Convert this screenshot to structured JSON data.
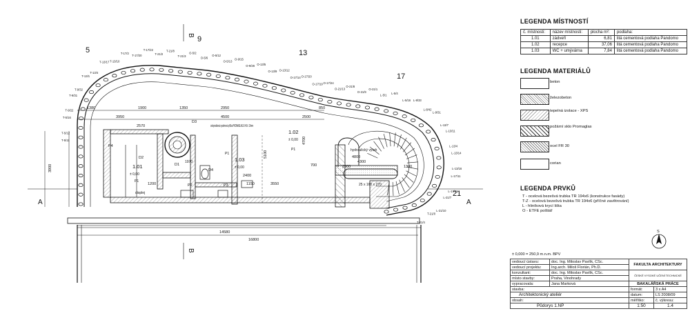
{
  "plan": {
    "grid_axes": [
      "5",
      "9",
      "13",
      "17",
      "21"
    ],
    "section_markers": [
      "A",
      "A",
      "B",
      "B"
    ],
    "rooms": [
      {
        "num": "1.01",
        "level": "± 0,00",
        "tag": "P1"
      },
      {
        "num": "1.02",
        "level": "± 0,00",
        "tag": "P1"
      },
      {
        "num": "1.03",
        "level": "± 0,00",
        "tag": "P1"
      }
    ],
    "labels": {
      "wall_note": "celoprosklená systémová příčka PROMAGLAS EI 45 tl. 16mm",
      "lift": "hydraulický výtah",
      "stair": "25 x 160 x 270",
      "desk": "displej"
    },
    "tags": [
      "P4",
      "D2",
      "D1",
      "D3",
      "D4",
      "P2",
      "P3"
    ],
    "dims_top": [
      "1380",
      "3950",
      "1900",
      "1350",
      "2950",
      "4500",
      "2500",
      "850"
    ],
    "dims_bottom": [
      "14580",
      "16800",
      "3550"
    ],
    "dims_misc": [
      "2570",
      "1970",
      "3900",
      "1200",
      "1150",
      "4300",
      "4800",
      "2900",
      "1300",
      "700",
      "5100",
      "4700",
      "2400"
    ],
    "facade_codes": [
      "T-5/11",
      "T-5/12",
      "T-5/16",
      "T-9/22",
      "T-9/31",
      "T-9/32",
      "T-13/1",
      "T-13/4",
      "T-13/17",
      "T-13/10",
      "T-17/2",
      "T-17/20",
      "T-17/22",
      "T-21/2",
      "T-21/8",
      "T-21/3",
      "O-5/2",
      "O-5/6",
      "O-5/12",
      "O-5/13",
      "O-9/15",
      "O-9/26",
      "O-13/5",
      "O-13/9",
      "O-13/12",
      "O-17/14",
      "O-17/20",
      "O-17/19",
      "O-17/24",
      "O-21/13",
      "O-21/8",
      "O-21/9",
      "O-21/1",
      "L-5/1",
      "L-5/4",
      "L-5/16",
      "L-8/33",
      "L-8/42",
      "L-9/31",
      "L-13/7",
      "L-13/11",
      "L-13/4",
      "L-13/14",
      "L-13/16",
      "L-17/11",
      "L-17/42",
      "L-21/7",
      "L-21/10",
      "T-21/0",
      "T-21/4"
    ]
  },
  "legend_rooms": {
    "title": "LEGENDA MÍSTNOSTÍ",
    "headers": [
      "č. místnosti:",
      "název místnosti:",
      "plocha m²:",
      "podlaha:"
    ],
    "rows": [
      [
        "1.01",
        "zádveří",
        "6,81",
        "litá cementová podlaha Pandomo"
      ],
      [
        "1.02",
        "recepce",
        "37,06",
        "litá cementová podlaha Pandomo"
      ],
      [
        "1.03",
        "WC + umývárna",
        "7,84",
        "litá cementová podlaha Pandomo"
      ]
    ]
  },
  "legend_materials": {
    "title": "LEGENDA MATERIÁLŮ",
    "items": [
      "beton",
      "železobeton",
      "tepelná izolace - XPS",
      "požární sklo Promaglas",
      "ocel FR 30",
      "corian"
    ]
  },
  "legend_elements": {
    "title": "LEGENDA PRVKŮ",
    "items": [
      "T   - ocelová bezešvá trubka TR 194x6 (konstrukce fasády)",
      "T-Z  - ocelová bezešvá trubka TR 194x6 (příčné zavětrování)",
      "L   - hliníková krycí lišta",
      "O   - ETFE polštář"
    ]
  },
  "title_block": {
    "datum_note": "± 0,000 = 250,9 m.n.m.  BPV",
    "north": "S",
    "rows": [
      [
        "vedoucí ústavu:",
        "doc. Ing. Miloslav Pavlík, CSc."
      ],
      [
        "vedoucí projektu:",
        "Ing.arch. Miloš Florián, Ph.D."
      ],
      [
        "konzultant:",
        "doc. Ing. Miloslav Pavlík, CSc."
      ],
      [
        "místo stavby:",
        "Praha, Vinohrady"
      ],
      [
        "vypracovala:",
        "Jana Marková"
      ]
    ],
    "faculty": "FAKULTA  ARCHITEKTURY",
    "uni": "ČESKÉ VYSOKÉ UČENÍ TECHNICKÉ",
    "work_type": "BAKALÁŘSKÁ PRÁCE",
    "stavba_label": "stavba:",
    "stavba": "Architektonický ateliér",
    "obsah_label": "obsah:",
    "obsah": "Půdorys 1.NP",
    "format_label": "formát:",
    "format": "3 x A4",
    "datum_label": "datum:",
    "datum": "LS 2008/09",
    "meritko_label": "měřítko:",
    "meritko": "1:50",
    "vykres_label": "č. výkresu:",
    "vykres": "1.4"
  }
}
